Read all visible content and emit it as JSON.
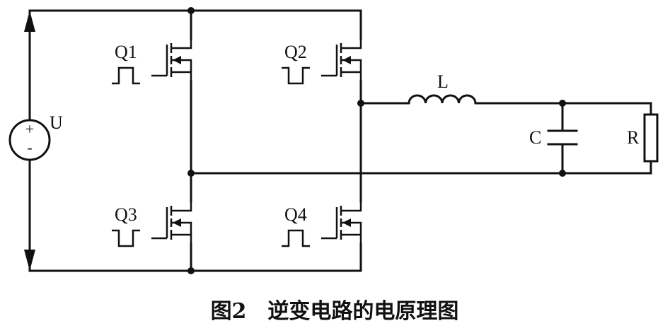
{
  "source": {
    "label": "U",
    "plus": "+",
    "minus": "-"
  },
  "switches": [
    {
      "id": "q1",
      "label": "Q1",
      "pulse": "high"
    },
    {
      "id": "q2",
      "label": "Q2",
      "pulse": "low"
    },
    {
      "id": "q3",
      "label": "Q3",
      "pulse": "low"
    },
    {
      "id": "q4",
      "label": "Q4",
      "pulse": "high"
    }
  ],
  "inductor": {
    "label": "L"
  },
  "capacitor": {
    "label": "C"
  },
  "resistor": {
    "label": "R"
  },
  "caption": "图2　逆变电路的电原理图"
}
